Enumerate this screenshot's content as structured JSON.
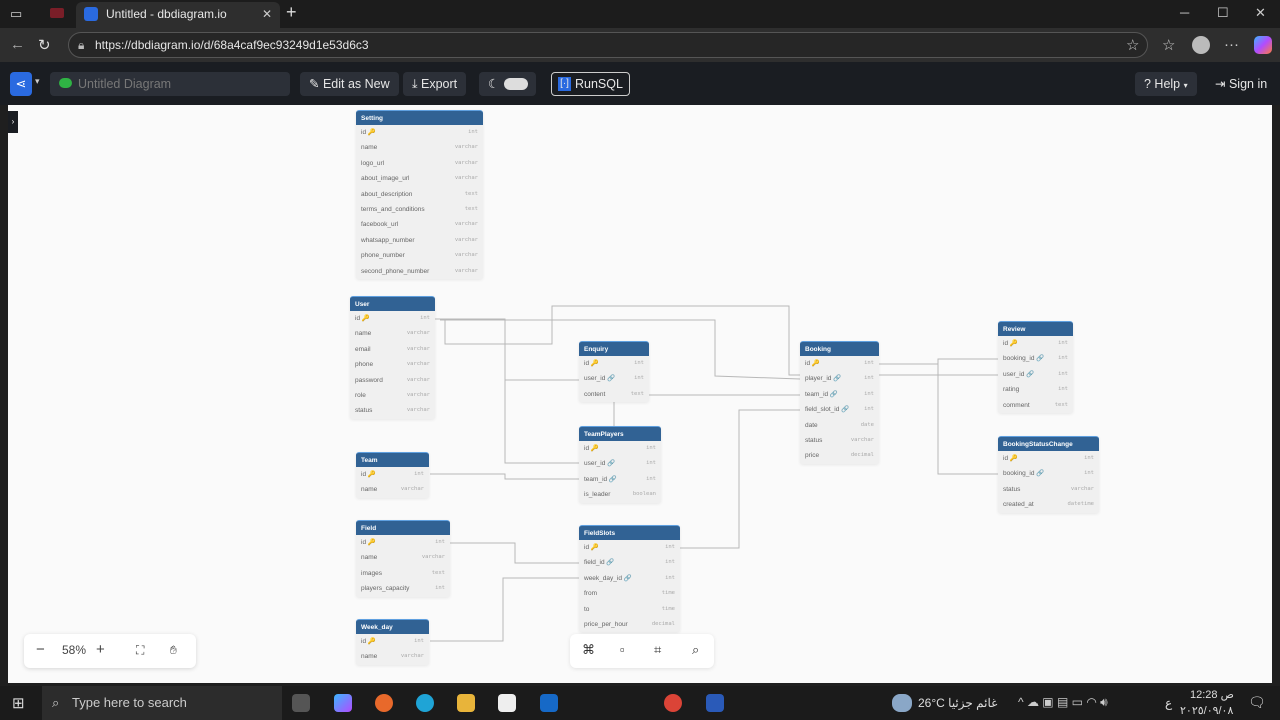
{
  "browser": {
    "tab_title": "Untitled - dbdiagram.io",
    "url": "https://dbdiagram.io/d/68a4caf9ec93249d1e53d6c3"
  },
  "header": {
    "diagram_name_placeholder": "Untitled Diagram",
    "edit_as_new": "Edit as New",
    "export": "Export",
    "runsql": "RunSQL",
    "help": "? Help",
    "sign_in": "Sign in"
  },
  "canvas": {
    "zoom_level": "58%"
  },
  "tables": [
    {
      "id": "setting",
      "name": "Setting",
      "cols": [
        [
          "id 🔑",
          "int"
        ],
        [
          "name",
          "varchar"
        ],
        [
          "logo_url",
          "varchar"
        ],
        [
          "about_image_url",
          "varchar"
        ],
        [
          "about_description",
          "text"
        ],
        [
          "terms_and_conditions",
          "text"
        ],
        [
          "facebook_url",
          "varchar"
        ],
        [
          "whatsapp_number",
          "varchar"
        ],
        [
          "phone_number",
          "varchar"
        ],
        [
          "second_phone_number",
          "varchar"
        ]
      ]
    },
    {
      "id": "user",
      "name": "User",
      "cols": [
        [
          "id 🔑",
          "int"
        ],
        [
          "name",
          "varchar"
        ],
        [
          "email",
          "varchar"
        ],
        [
          "phone",
          "varchar"
        ],
        [
          "password",
          "varchar"
        ],
        [
          "role",
          "varchar"
        ],
        [
          "status",
          "varchar"
        ]
      ]
    },
    {
      "id": "enquiry",
      "name": "Enquiry",
      "cols": [
        [
          "id 🔑",
          "int"
        ],
        [
          "user_id 🔗",
          "int"
        ],
        [
          "content",
          "text"
        ]
      ]
    },
    {
      "id": "teamplayers",
      "name": "TeamPlayers",
      "cols": [
        [
          "id 🔑",
          "int"
        ],
        [
          "user_id 🔗",
          "int"
        ],
        [
          "team_id 🔗",
          "int"
        ],
        [
          "is_leader",
          "boolean"
        ]
      ]
    },
    {
      "id": "team",
      "name": "Team",
      "cols": [
        [
          "id 🔑",
          "int"
        ],
        [
          "name",
          "varchar"
        ]
      ]
    },
    {
      "id": "field",
      "name": "Field",
      "cols": [
        [
          "id 🔑",
          "int"
        ],
        [
          "name",
          "varchar"
        ],
        [
          "images",
          "text"
        ],
        [
          "players_capacity",
          "int"
        ]
      ]
    },
    {
      "id": "weekday",
      "name": "Week_day",
      "cols": [
        [
          "id 🔑",
          "int"
        ],
        [
          "name",
          "varchar"
        ]
      ]
    },
    {
      "id": "fieldslots",
      "name": "FieldSlots",
      "cols": [
        [
          "id 🔑",
          "int"
        ],
        [
          "field_id 🔗",
          "int"
        ],
        [
          "week_day_id 🔗",
          "int"
        ],
        [
          "from",
          "time"
        ],
        [
          "to",
          "time"
        ],
        [
          "price_per_hour",
          "decimal"
        ]
      ]
    },
    {
      "id": "booking",
      "name": "Booking",
      "cols": [
        [
          "id 🔑",
          "int"
        ],
        [
          "player_id 🔗",
          "int"
        ],
        [
          "team_id 🔗",
          "int"
        ],
        [
          "field_slot_id 🔗",
          "int"
        ],
        [
          "date",
          "date"
        ],
        [
          "status",
          "varchar"
        ],
        [
          "price",
          "decimal"
        ]
      ]
    },
    {
      "id": "review",
      "name": "Review",
      "cols": [
        [
          "id 🔑",
          "int"
        ],
        [
          "booking_id 🔗",
          "int"
        ],
        [
          "user_id 🔗",
          "int"
        ],
        [
          "rating",
          "int"
        ],
        [
          "comment",
          "text"
        ]
      ]
    },
    {
      "id": "bsc",
      "name": "BookingStatusChange",
      "cols": [
        [
          "id 🔑",
          "int"
        ],
        [
          "booking_id 🔗",
          "int"
        ],
        [
          "status",
          "varchar"
        ],
        [
          "created_at",
          "datetime"
        ]
      ]
    }
  ],
  "taskbar": {
    "search_placeholder": "Type here to search",
    "weather": "26°C غائم جزئيا",
    "time": "12:28 ص",
    "date": "٢٠٢٥/٠٩/٠٨",
    "lang": "ع"
  }
}
